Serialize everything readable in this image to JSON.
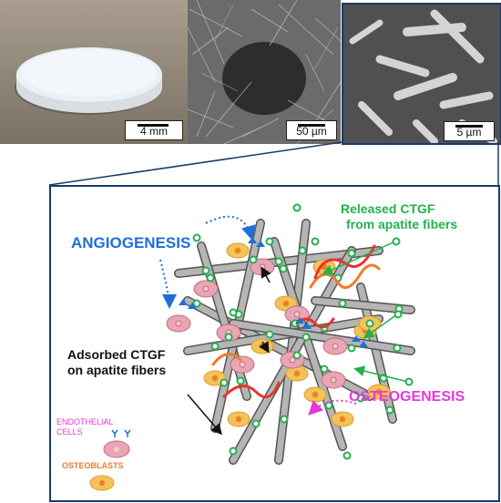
{
  "photos": {
    "disc_scale": "4 mm",
    "sem_low_scale": "50 µm",
    "sem_high_scale": "5 µm"
  },
  "diagram": {
    "angiogenesis": "ANGIOGENESIS",
    "osteogenesis": "OSTEOGENESIS",
    "released_line1": "Released CTGF",
    "released_line2": "from apatite fibers",
    "adsorbed_line1": "Adsorbed CTGF",
    "adsorbed_line2": "on apatite fibers",
    "endothelial_line1": "ENDOTHELIAL",
    "endothelial_line2": "CELLS",
    "osteoblasts": "OSTEOBLASTS"
  },
  "colors": {
    "angiogenesis": "#1f6fd6",
    "osteogenesis": "#e23ad8",
    "released": "#22b14c",
    "frame": "#1a3a6b",
    "fiber": "#8d8d8d",
    "endothelial": "#e8a6b4",
    "osteoblast": "#f2c35a"
  }
}
